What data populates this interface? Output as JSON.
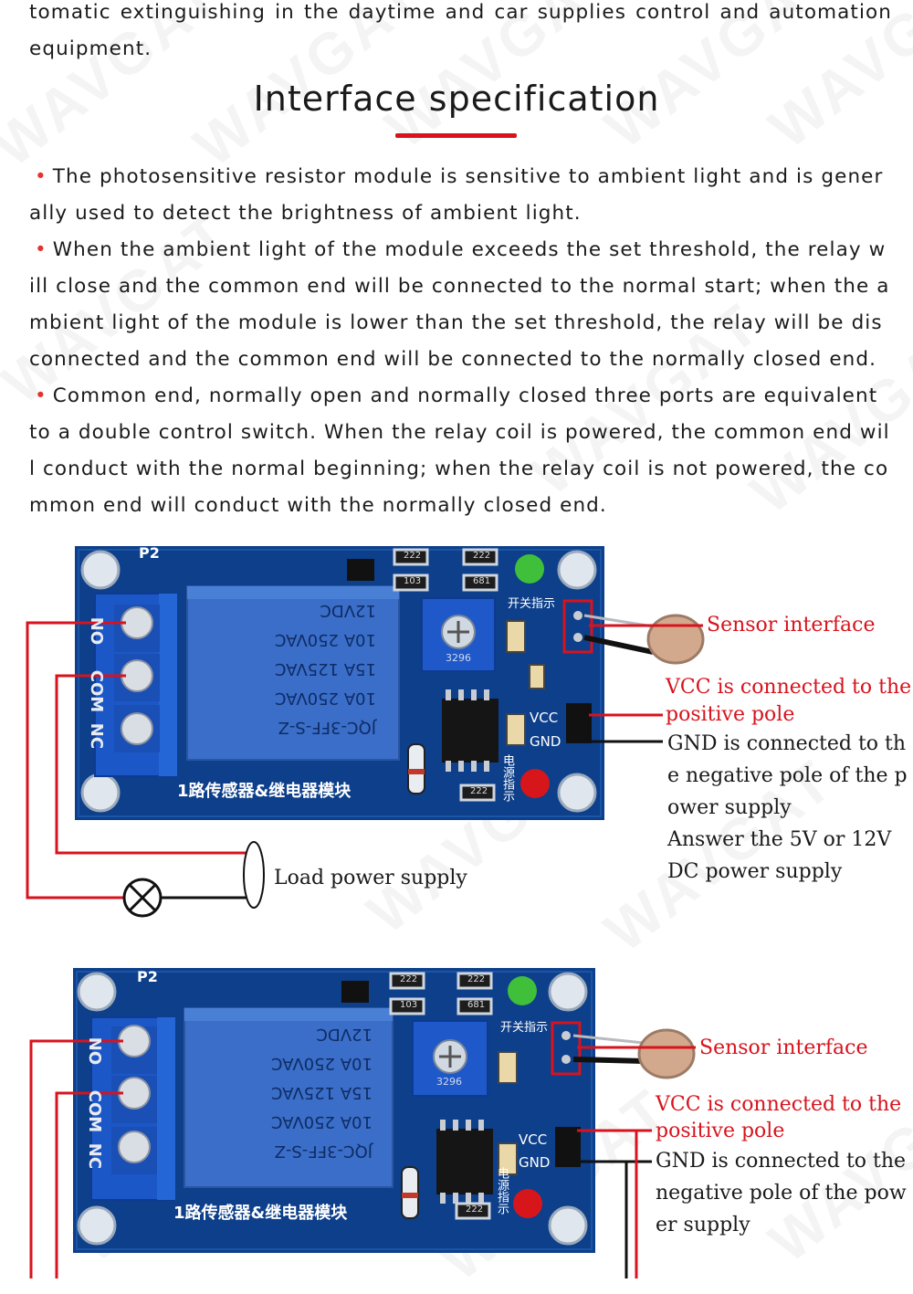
{
  "intro_text": "tomatic extinguishing in the daytime and car supplies control and automation equipment.",
  "section_title": "Interface specification",
  "spec_items": [
    "The photosensitive resistor module is sensitive to ambient light and is generally used to detect the brightness of ambient light.",
    "When the ambient light of the module exceeds the set threshold, the relay will close and the common end will be connected to the normal start; when the ambient light of the module is lower than the set threshold, the relay will be disconnected and the common end will be connected to the normally closed end.",
    "Common end, normally open and normally closed three ports are equivalent to a double control switch. When the relay coil is powered, the common end will conduct with the normal beginning; when the relay coil is not powered, the common end will conduct with the normally closed end."
  ],
  "bullet": "•",
  "watermark": "WAVGAT",
  "board": {
    "relay_lines": [
      "JQC-3FF-S-Z",
      "10A 250VAC",
      "15A 125VAC",
      "10A 250VAC",
      "12VDC"
    ],
    "board_name": "1路传感器&继电器模块",
    "header_label": "P2",
    "switch_indicator": "开关指示",
    "power_indicator": "电源指示",
    "terminals": [
      "NO",
      "COM",
      "NC"
    ],
    "pin_vcc": "VCC",
    "pin_gnd": "GND",
    "pot_label": "3296",
    "resistor_labels": [
      "222",
      "222",
      "103",
      "681",
      "222"
    ]
  },
  "diagram1": {
    "sensor": "Sensor interface",
    "vcc_lines": [
      "VCC is connected to the",
      "positive pole"
    ],
    "gnd_lines": [
      "GND is connected to th",
      "e negative pole of the p",
      "ower supply",
      "Answer the 5V or 12V",
      "DC power supply"
    ],
    "load": "Load power supply"
  },
  "diagram2": {
    "sensor": "Sensor interface",
    "vcc_lines": [
      "VCC is connected to the",
      "positive pole"
    ],
    "gnd_lines": [
      "GND is connected to the",
      "negative pole of the pow",
      "er supply"
    ]
  },
  "colors": {
    "accent": "#d8131d",
    "pcb": "#0d3f8a",
    "relay": "#3a6ec9",
    "terminal": "#1c57c7"
  }
}
